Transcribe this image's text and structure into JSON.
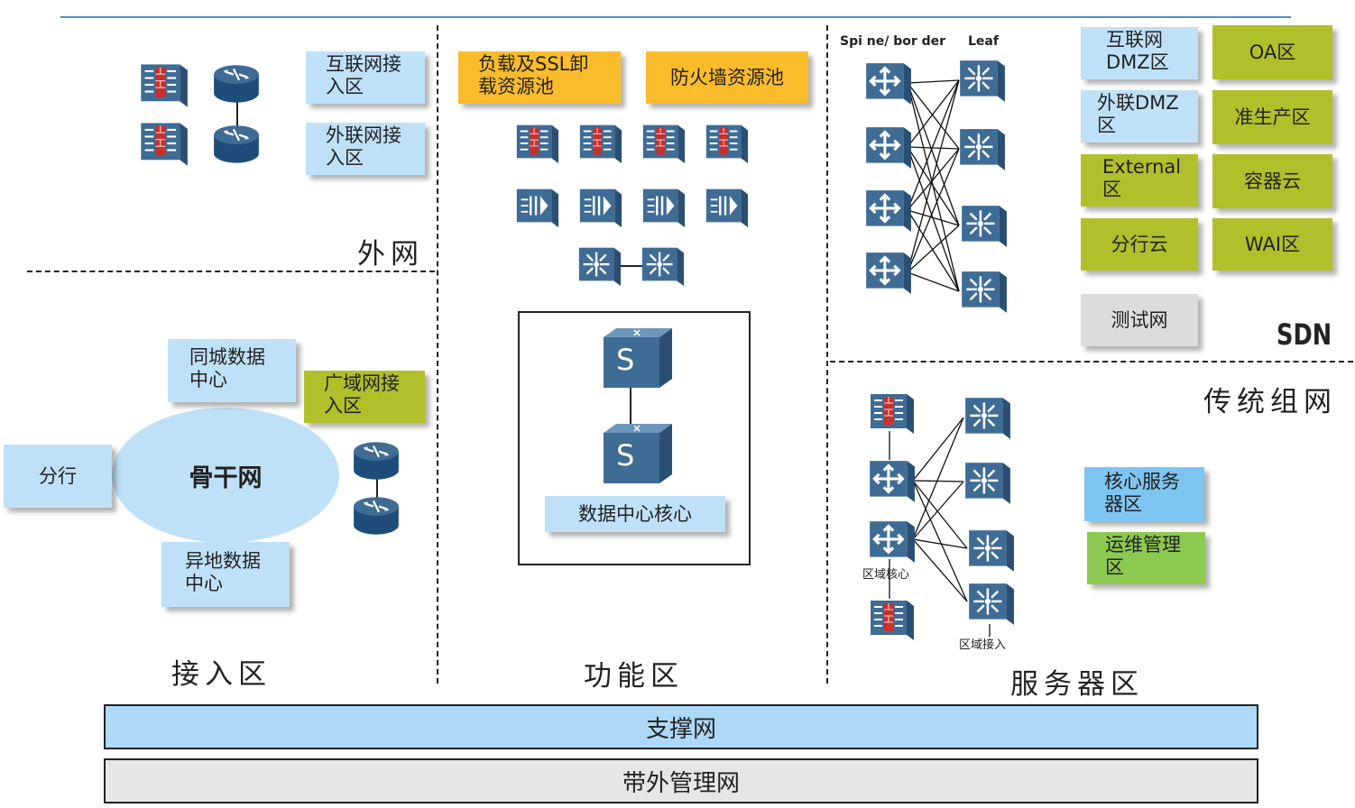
{
  "colors": {
    "light_blue": "#bfe1f8",
    "olive": "#b1bf2a",
    "orange": "#fbbc2c",
    "gray": "#dcdcdc",
    "blue": "#7ec6f2",
    "green": "#8cc950",
    "device": "#3f6c94",
    "router": "#1e4d7a"
  },
  "external_net": {
    "zone_label": "外网",
    "internet_access": "互联网接\n入区",
    "extranet_access": "外联网接\n入区"
  },
  "access_zone": {
    "zone_label": "接入区",
    "backbone": "骨干网",
    "branch": "分行",
    "same_city_dc": "同城数据\n中心",
    "remote_dc": "异地数据\n中心",
    "wan_access": "广域网接\n入区"
  },
  "function_zone": {
    "zone_label": "功能区",
    "lb_ssl_pool": "负载及SSL卸\n载资源池",
    "firewall_pool": "防火墙资源池",
    "dc_core": "数据中心核心",
    "core_switch_letter": "S"
  },
  "sdn": {
    "spine_label": "Spi ne/ bor der",
    "leaf_label": "Leaf",
    "sdn_label": "SDN",
    "zones": [
      "互联网\nDMZ区",
      "OA区",
      "外联DMZ\n区",
      "准生产区",
      "External\n区",
      "容器云",
      "分行云",
      "WAI区",
      "测试网"
    ]
  },
  "traditional": {
    "zone_label": "传统组网",
    "server_zone_label": "服务器区",
    "area_core": "区域核心",
    "area_access": "区域接入",
    "core_service": "核心服务\n器区",
    "ops_mgmt": "运维管理\n区"
  },
  "bottom": {
    "support_net": "支撑网",
    "oob_net": "带外管理网"
  }
}
